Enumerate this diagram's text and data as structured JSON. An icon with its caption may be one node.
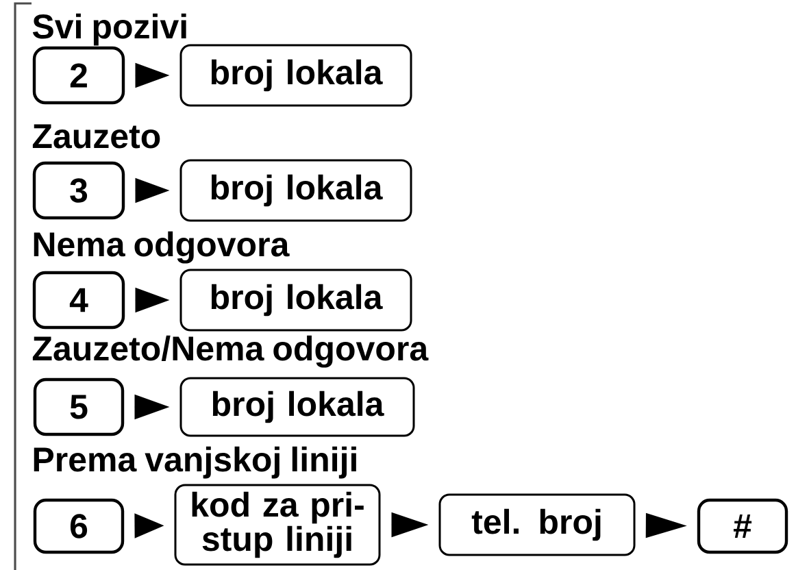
{
  "diagram": {
    "nodes": [
      {
        "text": [
          "2"
        ]
      },
      {
        "text": [
          "broj lokala"
        ]
      },
      {
        "text": [
          "3"
        ]
      },
      {
        "text": [
          "broj lokala"
        ]
      },
      {
        "text": [
          "4"
        ]
      },
      {
        "text": [
          "broj lokala"
        ]
      },
      {
        "text": [
          "5"
        ]
      },
      {
        "text": [
          "broj lokala"
        ]
      },
      {
        "text": [
          "6"
        ]
      },
      {
        "text": [
          "kod za pri- stup liniji"
        ]
      },
      {
        "text": [
          "tel. broj"
        ]
      },
      {
        "text": [
          "#"
        ]
      }
    ],
    "edges": [
      {
        "from": 0,
        "to": 1,
        "arrow": "to"
      },
      {
        "from": 2,
        "to": 3,
        "arrow": "to"
      },
      {
        "from": 4,
        "to": 5,
        "arrow": "to"
      },
      {
        "from": 6,
        "to": 7,
        "arrow": "to"
      },
      {
        "from": 8,
        "to": 9,
        "arrow": "to"
      },
      {
        "from": 9,
        "to": 10,
        "arrow": "to"
      },
      {
        "from": 10,
        "to": 11,
        "arrow": "to"
      }
    ],
    "labels": [
      "Svi pozivi",
      "Zauzeto",
      "Nema odgovora",
      "Zauzeto/Nema odgovora",
      "Prema vanjskoj liniji"
    ]
  }
}
